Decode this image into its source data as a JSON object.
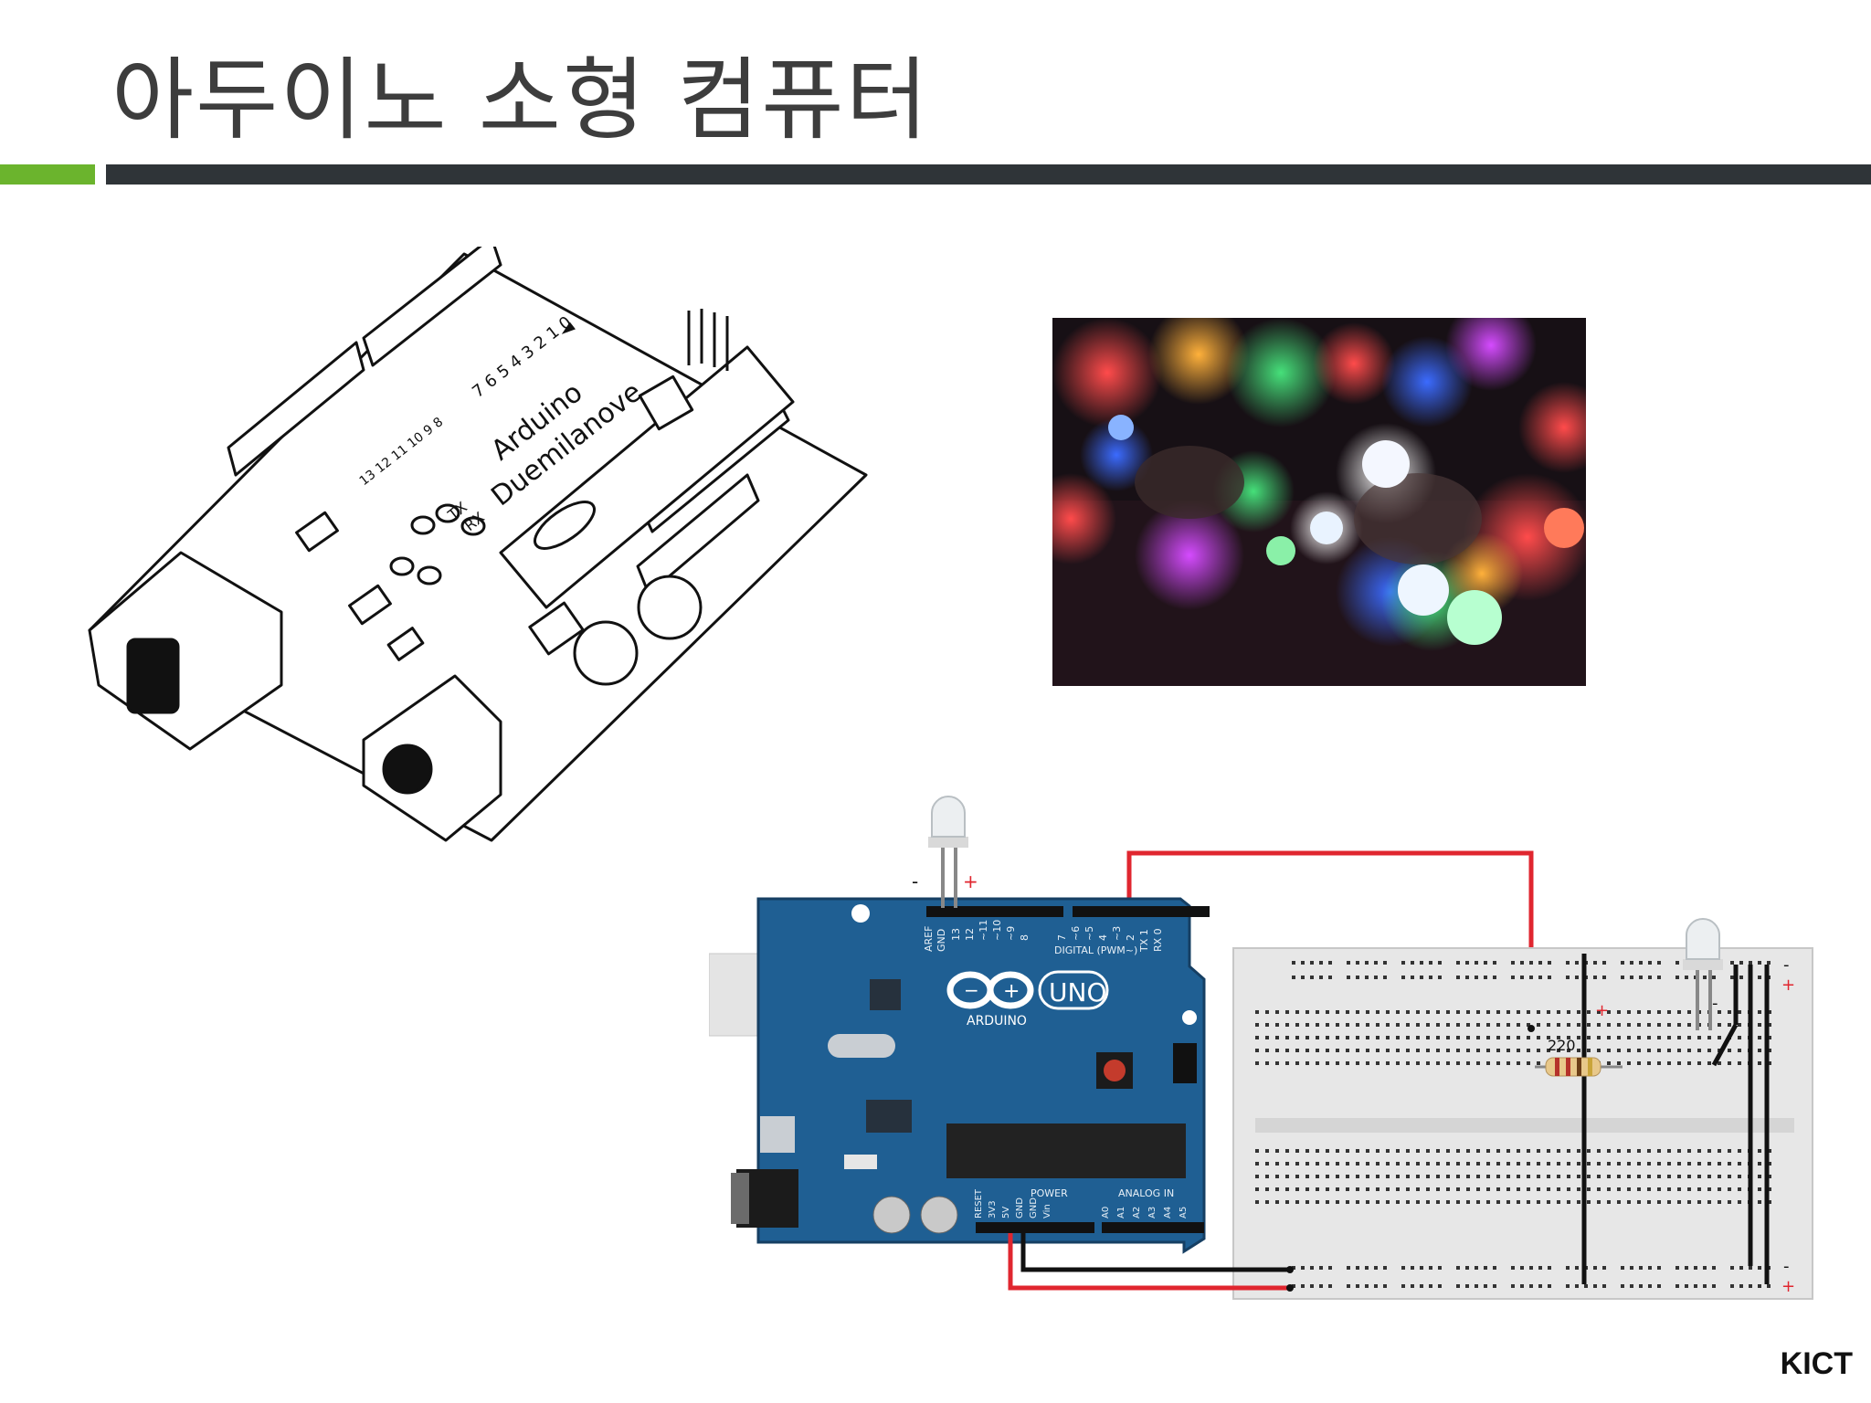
{
  "slide": {
    "title": "아두이노 소형 컴퓨터",
    "footer": "KICT"
  },
  "colors": {
    "accent": "#6bb42d",
    "bar_dark": "#2f3438",
    "board_blue": "#1f5f93",
    "wire_red": "#e0262f",
    "wire_black": "#111111"
  },
  "sketch": {
    "brand": "Arduino",
    "model": "Duemilanove",
    "tx": "TX",
    "rx": "RX",
    "pins_a": "7 6 5 4 3 2 1 0",
    "pins_b": "13 12 11 10 9 8",
    "digital_mark": "◄"
  },
  "circuit": {
    "board_name": "UNO",
    "board_brand": "ARDUINO",
    "digital_label": "DIGITAL (PWM~)",
    "power_label": "POWER",
    "analog_label": "ANALOG IN",
    "top_pins": [
      "AREF",
      "GND",
      "13",
      "12",
      "~11",
      "~10",
      "~9",
      "8",
      "7",
      "~6",
      "~5",
      "4",
      "~3",
      "2",
      "TX 1",
      "RX 0"
    ],
    "power_pins": [
      "RESET",
      "3V3",
      "5V",
      "GND",
      "GND",
      "Vin"
    ],
    "analog_pins": [
      "A0",
      "A1",
      "A2",
      "A3",
      "A4",
      "A5"
    ],
    "resistor_value": "220",
    "led1_minus": "-",
    "led1_plus": "+",
    "led2_plus": "+",
    "led2_minus": "-",
    "rail_top_minus": "-",
    "rail_top_plus": "+",
    "rail_bottom_minus": "-",
    "rail_bottom_plus": "+"
  }
}
